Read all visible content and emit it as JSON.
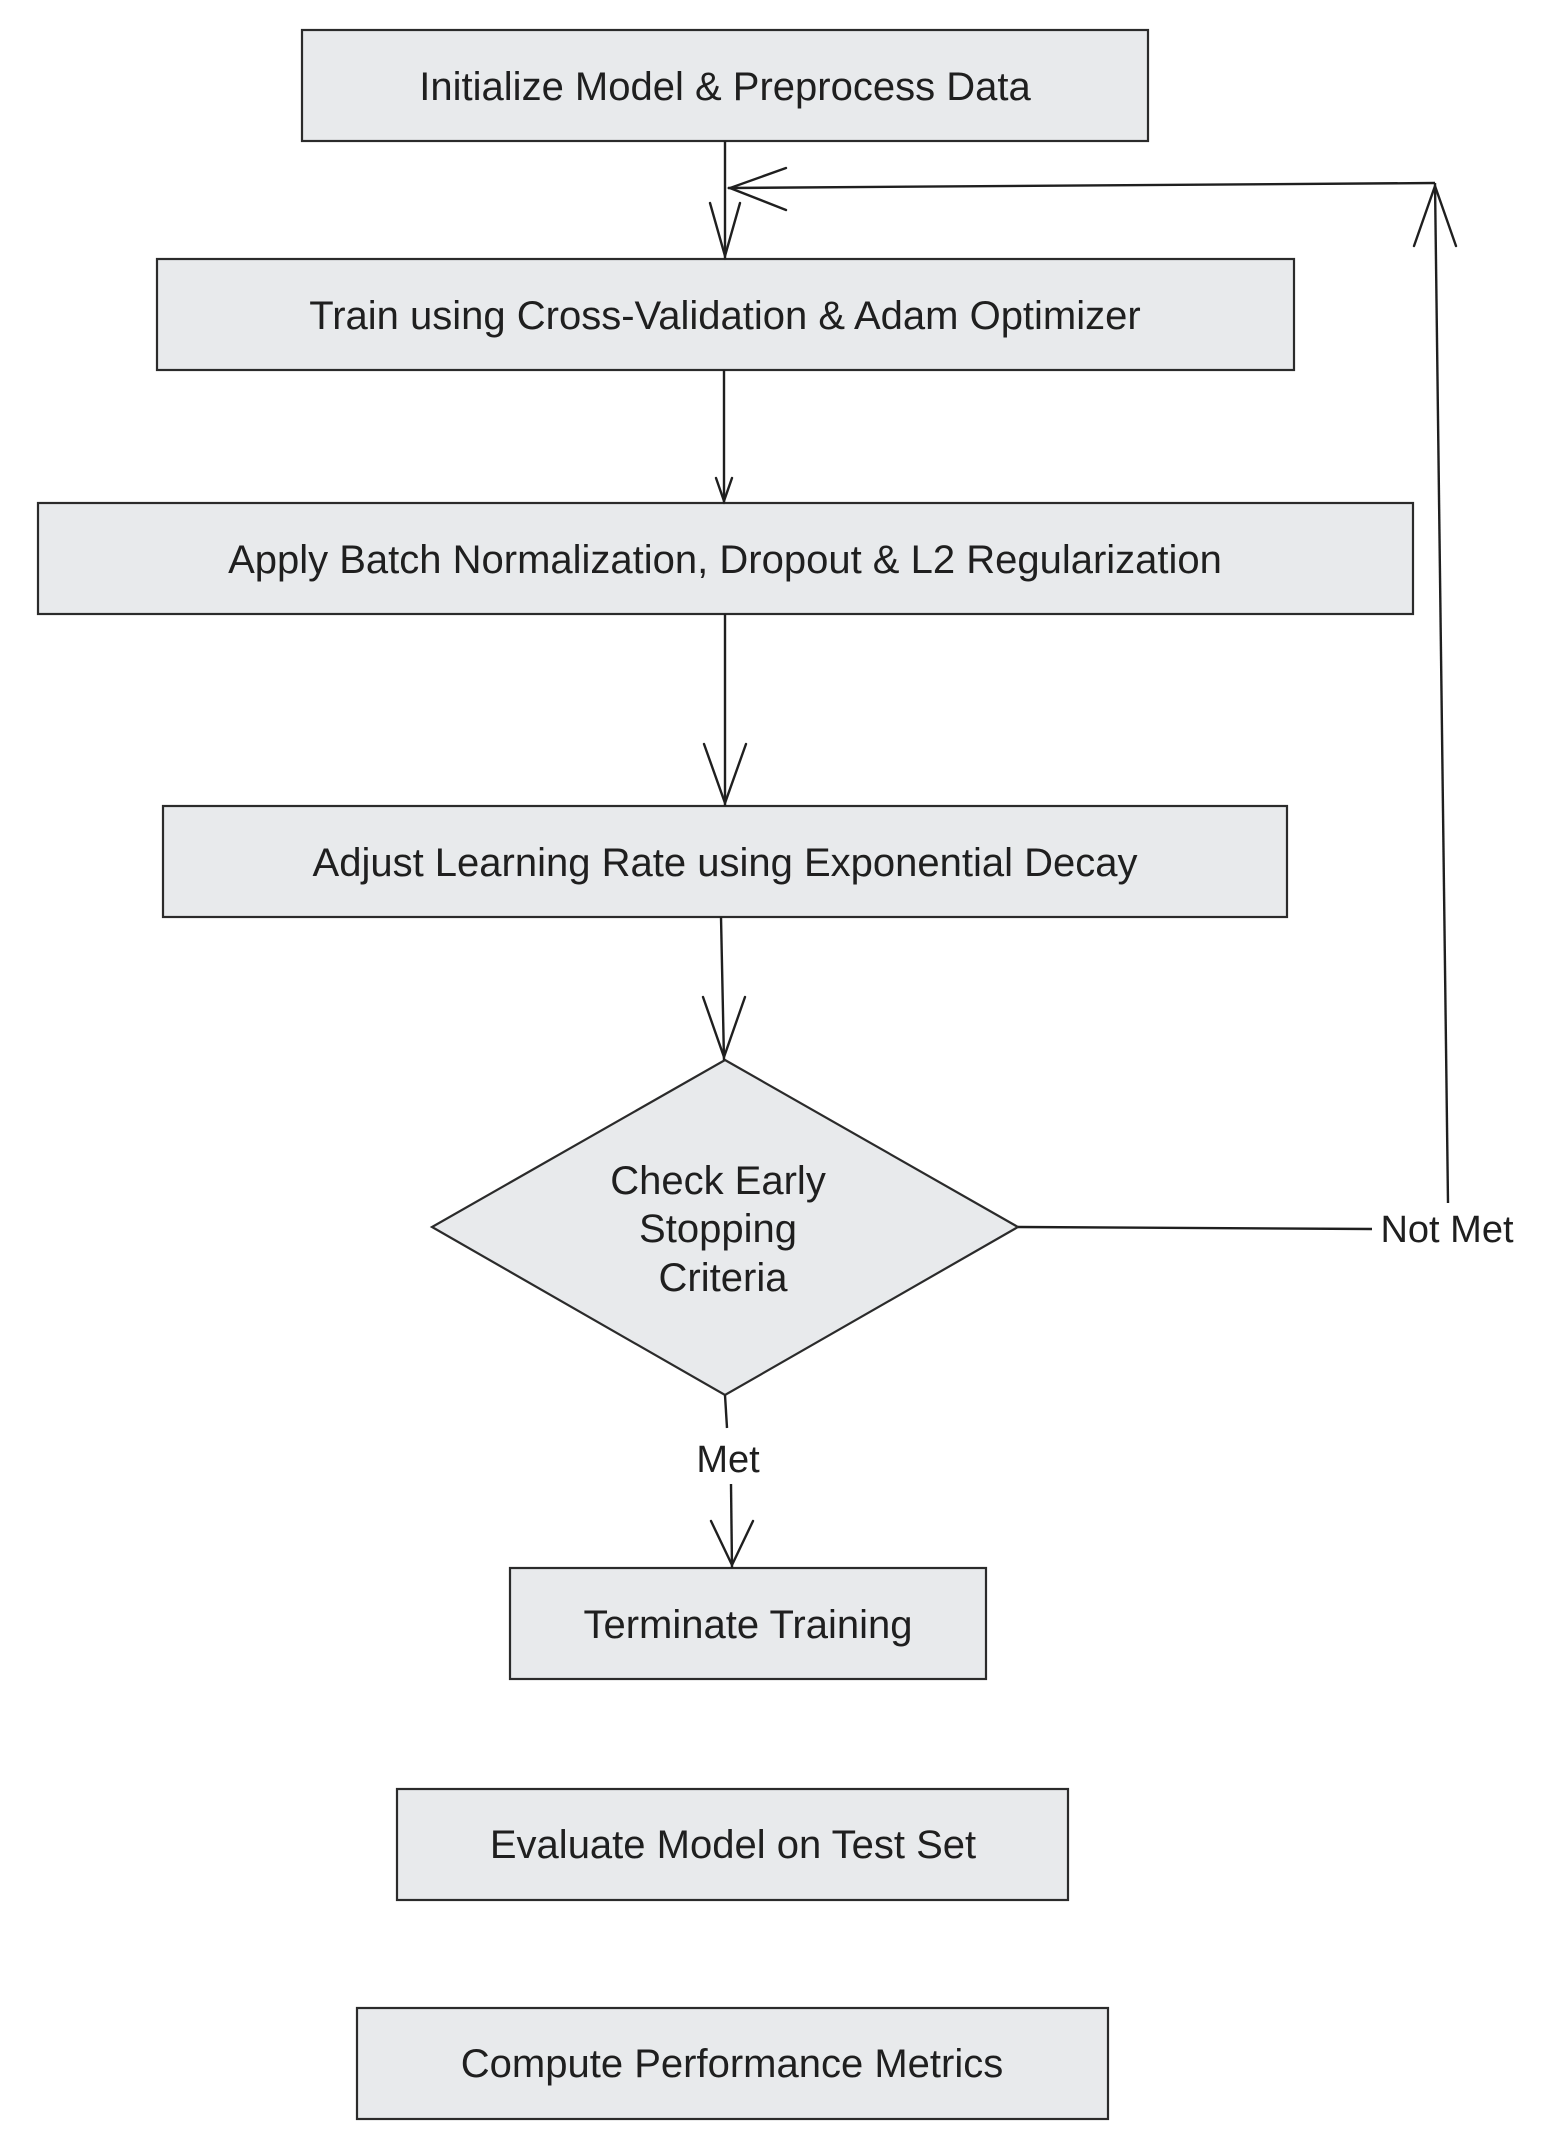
{
  "diagram": {
    "nodes": {
      "init": "Initialize Model & Preprocess Data",
      "train": "Train using Cross-Validation & Adam Optimizer",
      "regularize": "Apply Batch Normalization, Dropout & L2 Regularization",
      "lr": "Adjust Learning Rate using Exponential Decay",
      "check_line1": "Check Early",
      "check_line2": "Stopping",
      "check_line3": "Criteria",
      "terminate": "Terminate Training",
      "evaluate": "Evaluate Model on Test Set",
      "metrics": "Compute Performance Metrics"
    },
    "edges": {
      "met": "Met",
      "not_met": "Not Met"
    }
  }
}
